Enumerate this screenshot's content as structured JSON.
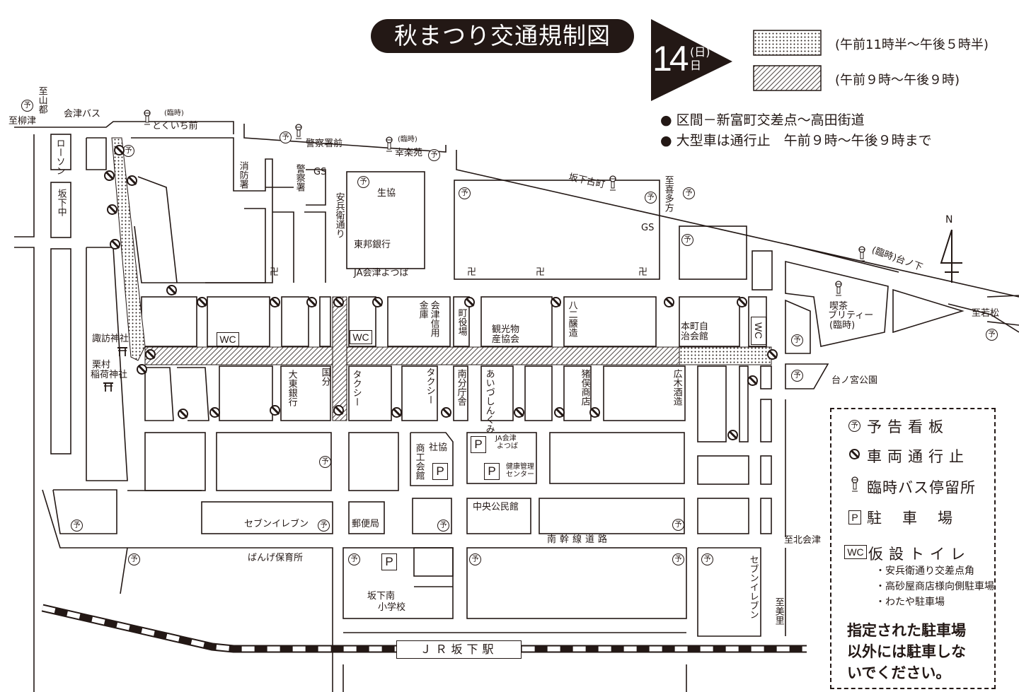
{
  "header": {
    "title": "秋まつり交通規制図",
    "day_number": "14",
    "day_kanji_small": "(日)",
    "day_kanji": "日",
    "legend_dotted": "(午前11時半～午後５時半)",
    "legend_hatched": "(午前９時～午後９時)",
    "bullet_1": "● 区間－新富町交差点～高田街道",
    "bullet_2": "● 大型車は通行止　午前９時～午後９時まで"
  },
  "map": {
    "to_yamato": "至山都",
    "to_yanaizu": "至柳津",
    "aizu_bus": "会津バス",
    "tokuichi_rinji": "(臨時)",
    "tokuichi": "とくいち前",
    "police_stop": "警察署前",
    "kourakuen_rinji": "(臨時)",
    "kourakuen": "幸楽苑",
    "fire_station": "消防署",
    "police": "警察署",
    "gs1": "GS",
    "yasube_dori": "安兵衛通り",
    "coop": "生協",
    "toho_bank": "東邦銀行",
    "ja_aizu": "JA会津よつば",
    "furumachi": "坂下古町",
    "to_kitakata": "至喜多方",
    "gs2": "GS",
    "north": "N",
    "dainoshita": "(臨時)台ノ下",
    "cafe": "喫茶",
    "cafe2": "ブリティー",
    "cafe_rinji": "(臨時)",
    "to_wakamatsu": "至若松",
    "dainomiya_park": "台ノ宮公園",
    "to_kitaaizu": "至北会津",
    "seven_east": "セブンイレブン",
    "to_misato": "至美里",
    "lawson": "ローソン",
    "bange_jhs": "坂下中",
    "suwa_shrine": "諏訪神社",
    "kurimura": "栗村",
    "inari_shrine": "稲荷神社",
    "kinko": "金庫",
    "aizu_shinyo": "会津信用",
    "town_office": "町役場",
    "tourism1": "観光物",
    "tourism2": "産協会",
    "hachini": "八二醸造",
    "honmachi1": "本町自",
    "honmachi2": "治会館",
    "wc": "WC",
    "wc_vertical": "WC",
    "daito_bank": "大東銀行",
    "kokubu": "国分",
    "taxi": "タクシー",
    "minami_office": "南分庁舎",
    "aizu_shinkumi": "あいづしんくみ",
    "inomata": "猪俣商店",
    "hiroki": "広木酒造",
    "commerce": "商工会館",
    "shakyo": "社協",
    "ja_small1": "JA会津",
    "ja_small2": "よつば",
    "health1": "健康管理",
    "health2": "センター",
    "community_hall": "中央公民館",
    "seven_west": "セブンイレブン",
    "post_office": "郵便局",
    "south_road": "南幹線道路",
    "nursery": "ばんげ保育所",
    "school1": "坂下南",
    "school2": "小学校",
    "station": "ＪＲ坂下駅",
    "parking": "P",
    "notice_sign": "予",
    "temple": "卍"
  },
  "legend": {
    "notice_board": "予告看板",
    "no_vehicles": "車両通行止",
    "temp_bus_stop": "臨時バス停留所",
    "parking": "駐　車　場",
    "temp_toilet": "仮設トイレ",
    "toilet_locations": [
      "・安兵衛通り交差点角",
      "・高砂屋商店様向側駐車場",
      "・わたや駐車場"
    ],
    "notice_text": [
      "指定された駐車場",
      "以外には駐車しな",
      "いでください。"
    ]
  }
}
